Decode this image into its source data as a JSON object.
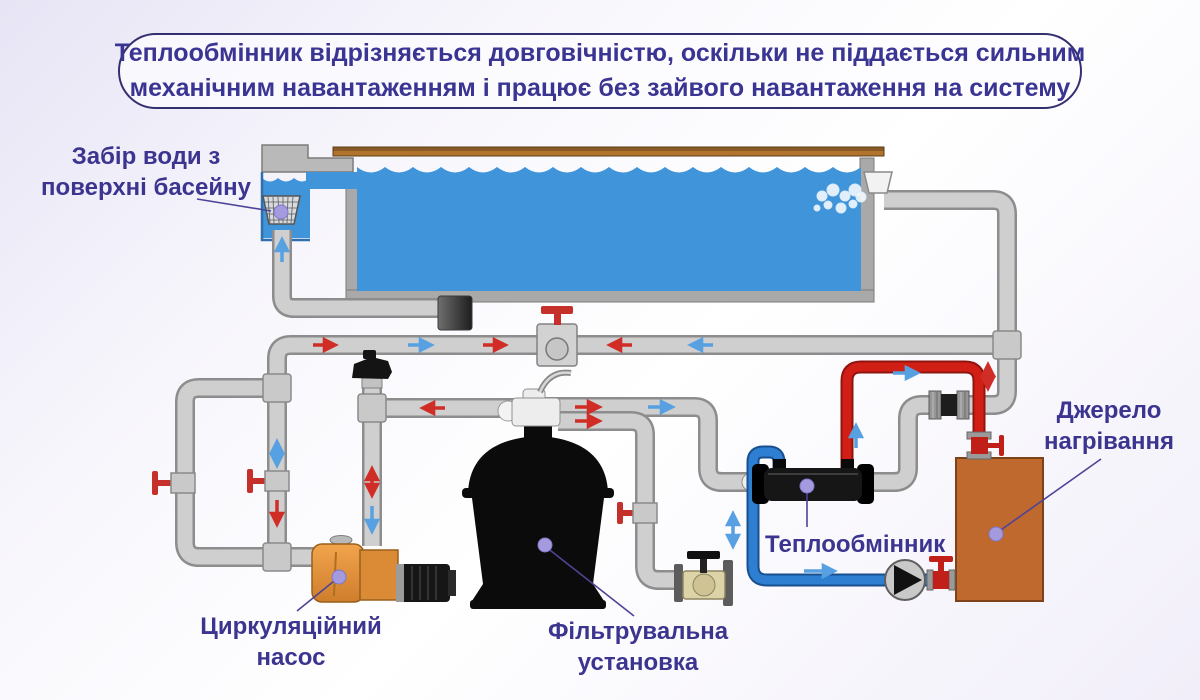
{
  "title": {
    "line1": "Теплообмінник відрізняється довговічністю, оскільки не піддається сильним",
    "line2": "механічним навантаженням і працює без зайвого навантаження на систему"
  },
  "callouts": {
    "intake": {
      "line1": "Забір води з",
      "line2": "поверхні басейну"
    },
    "pump": {
      "line1": "Циркуляційний",
      "line2": "насос"
    },
    "filter": {
      "line1": "Фільтрувальна",
      "line2": "установка"
    },
    "exchanger": {
      "line1": "Теплообмінник"
    },
    "source": {
      "line1": "Джерело",
      "line2": "нагрівання"
    }
  },
  "colors": {
    "accent_text": "#3a3492",
    "box_outline": "#34306f",
    "water_blue": "#3f94da",
    "pipe_gray": "#cfcfcf",
    "hot_pipe_red": "#d21f16",
    "cold_pipe_blue": "#2e7fd2",
    "arrow_red": "#cf2d25",
    "arrow_blue": "#57a0e2",
    "boiler_orange": "#c0692f",
    "pump_orange": "#e89a43",
    "callout_dot": "#a49bdf",
    "deck_brown": "#a96f2c"
  },
  "icons": {
    "pump_symbol": "triangle-in-circle",
    "valve_symbol": "red-tee-handle"
  }
}
